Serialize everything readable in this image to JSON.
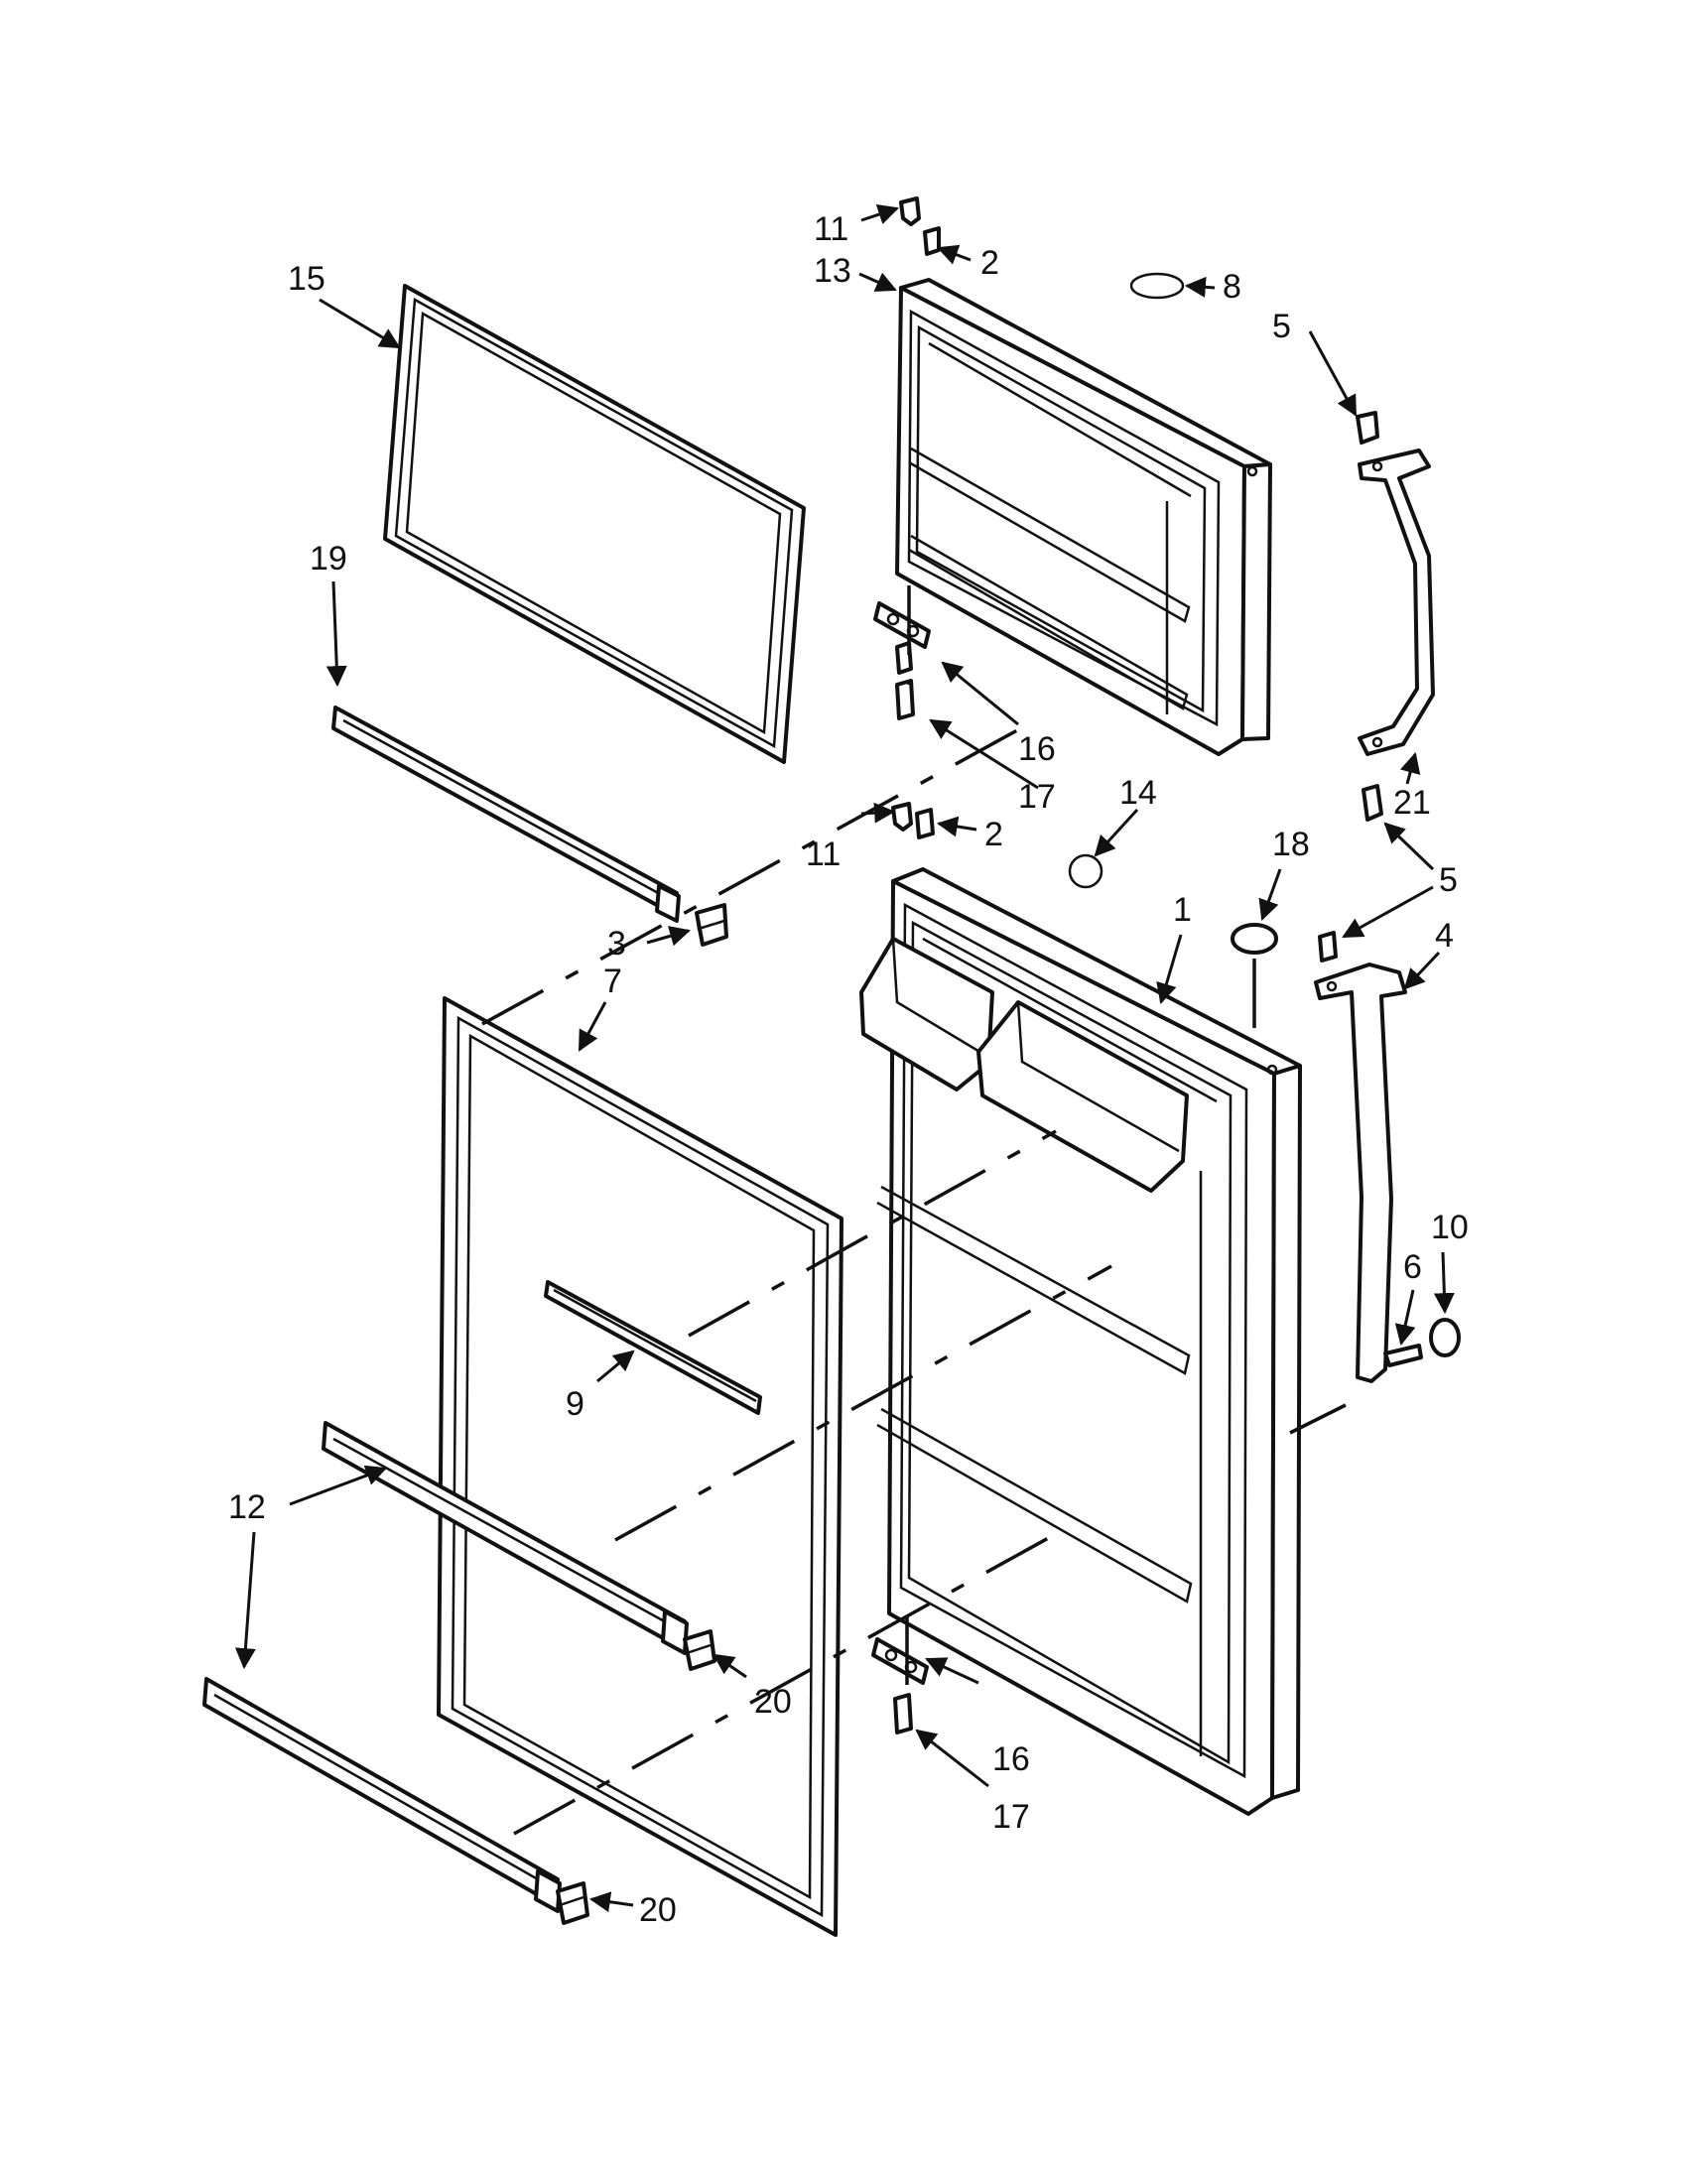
{
  "callouts": [
    {
      "id": "c1",
      "label": "1"
    },
    {
      "id": "c2a",
      "label": "2"
    },
    {
      "id": "c2b",
      "label": "2"
    },
    {
      "id": "c3",
      "label": "3"
    },
    {
      "id": "c4",
      "label": "4"
    },
    {
      "id": "c5a",
      "label": "5"
    },
    {
      "id": "c5b",
      "label": "5"
    },
    {
      "id": "c6",
      "label": "6"
    },
    {
      "id": "c7",
      "label": "7"
    },
    {
      "id": "c8",
      "label": "8"
    },
    {
      "id": "c9",
      "label": "9"
    },
    {
      "id": "c10",
      "label": "10"
    },
    {
      "id": "c11a",
      "label": "11"
    },
    {
      "id": "c11b",
      "label": "11"
    },
    {
      "id": "c12",
      "label": "12"
    },
    {
      "id": "c13",
      "label": "13"
    },
    {
      "id": "c14",
      "label": "14"
    },
    {
      "id": "c15",
      "label": "15"
    },
    {
      "id": "c16a",
      "label": "16"
    },
    {
      "id": "c16b",
      "label": "16"
    },
    {
      "id": "c17a",
      "label": "17"
    },
    {
      "id": "c17b",
      "label": "17"
    },
    {
      "id": "c18",
      "label": "18"
    },
    {
      "id": "c19",
      "label": "19"
    },
    {
      "id": "c20a",
      "label": "20"
    },
    {
      "id": "c20b",
      "label": "20"
    },
    {
      "id": "c21",
      "label": "21"
    }
  ]
}
